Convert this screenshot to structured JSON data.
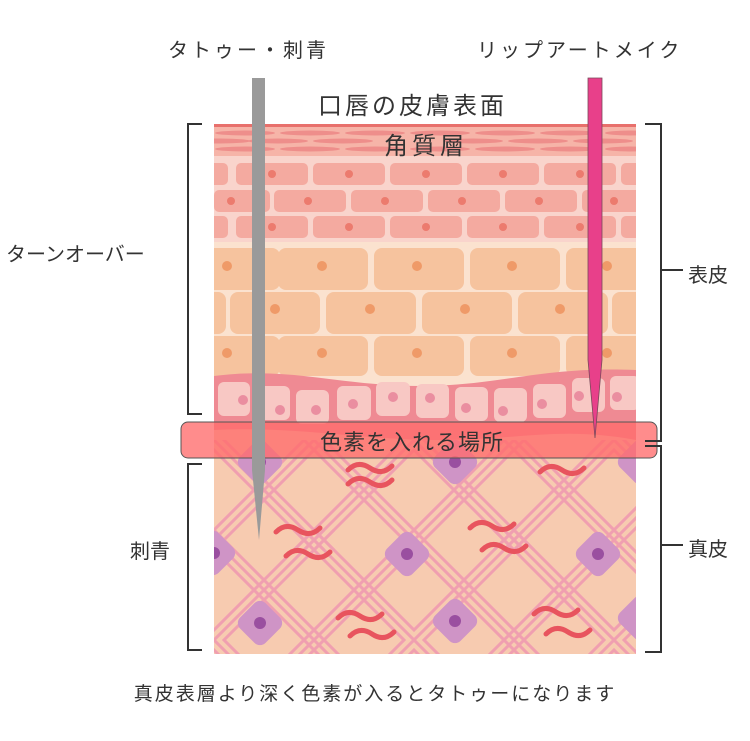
{
  "labels": {
    "tattoo_needle": "タトゥー・刺青",
    "lip_needle": "リップアートメイク",
    "surface": "口唇の皮膚表面",
    "stratum_corneum": "角質層",
    "turnover": "ターンオーバー",
    "epidermis": "表皮",
    "pigment_zone": "色素を入れる場所",
    "tattoo": "刺青",
    "dermis": "真皮",
    "caption": "真皮表層より深く色素が入るとタトゥーになります"
  },
  "colors": {
    "corneum": "#ee8e8b",
    "granular": "#f4b0a6",
    "granular_bg": "#f9d4cc",
    "spinous": "#f6c39e",
    "spinous_bg": "#fbe2cf",
    "basal_band": "#ef8a93",
    "basal_cell": "#f8c8c4",
    "basal_nucleus": "#ea8ea0",
    "dermis": "#f7cbb0",
    "fiber": "#f09fb0",
    "fibroblast": "#cf94c6",
    "fibroblast_nucleus": "#9a4fa0",
    "pigment": "#e8545e",
    "highlight": "#ff6b6b",
    "tattoo_needle": "#9a9a9a",
    "lip_needle": "#e8408a",
    "bracket": "#333333"
  }
}
